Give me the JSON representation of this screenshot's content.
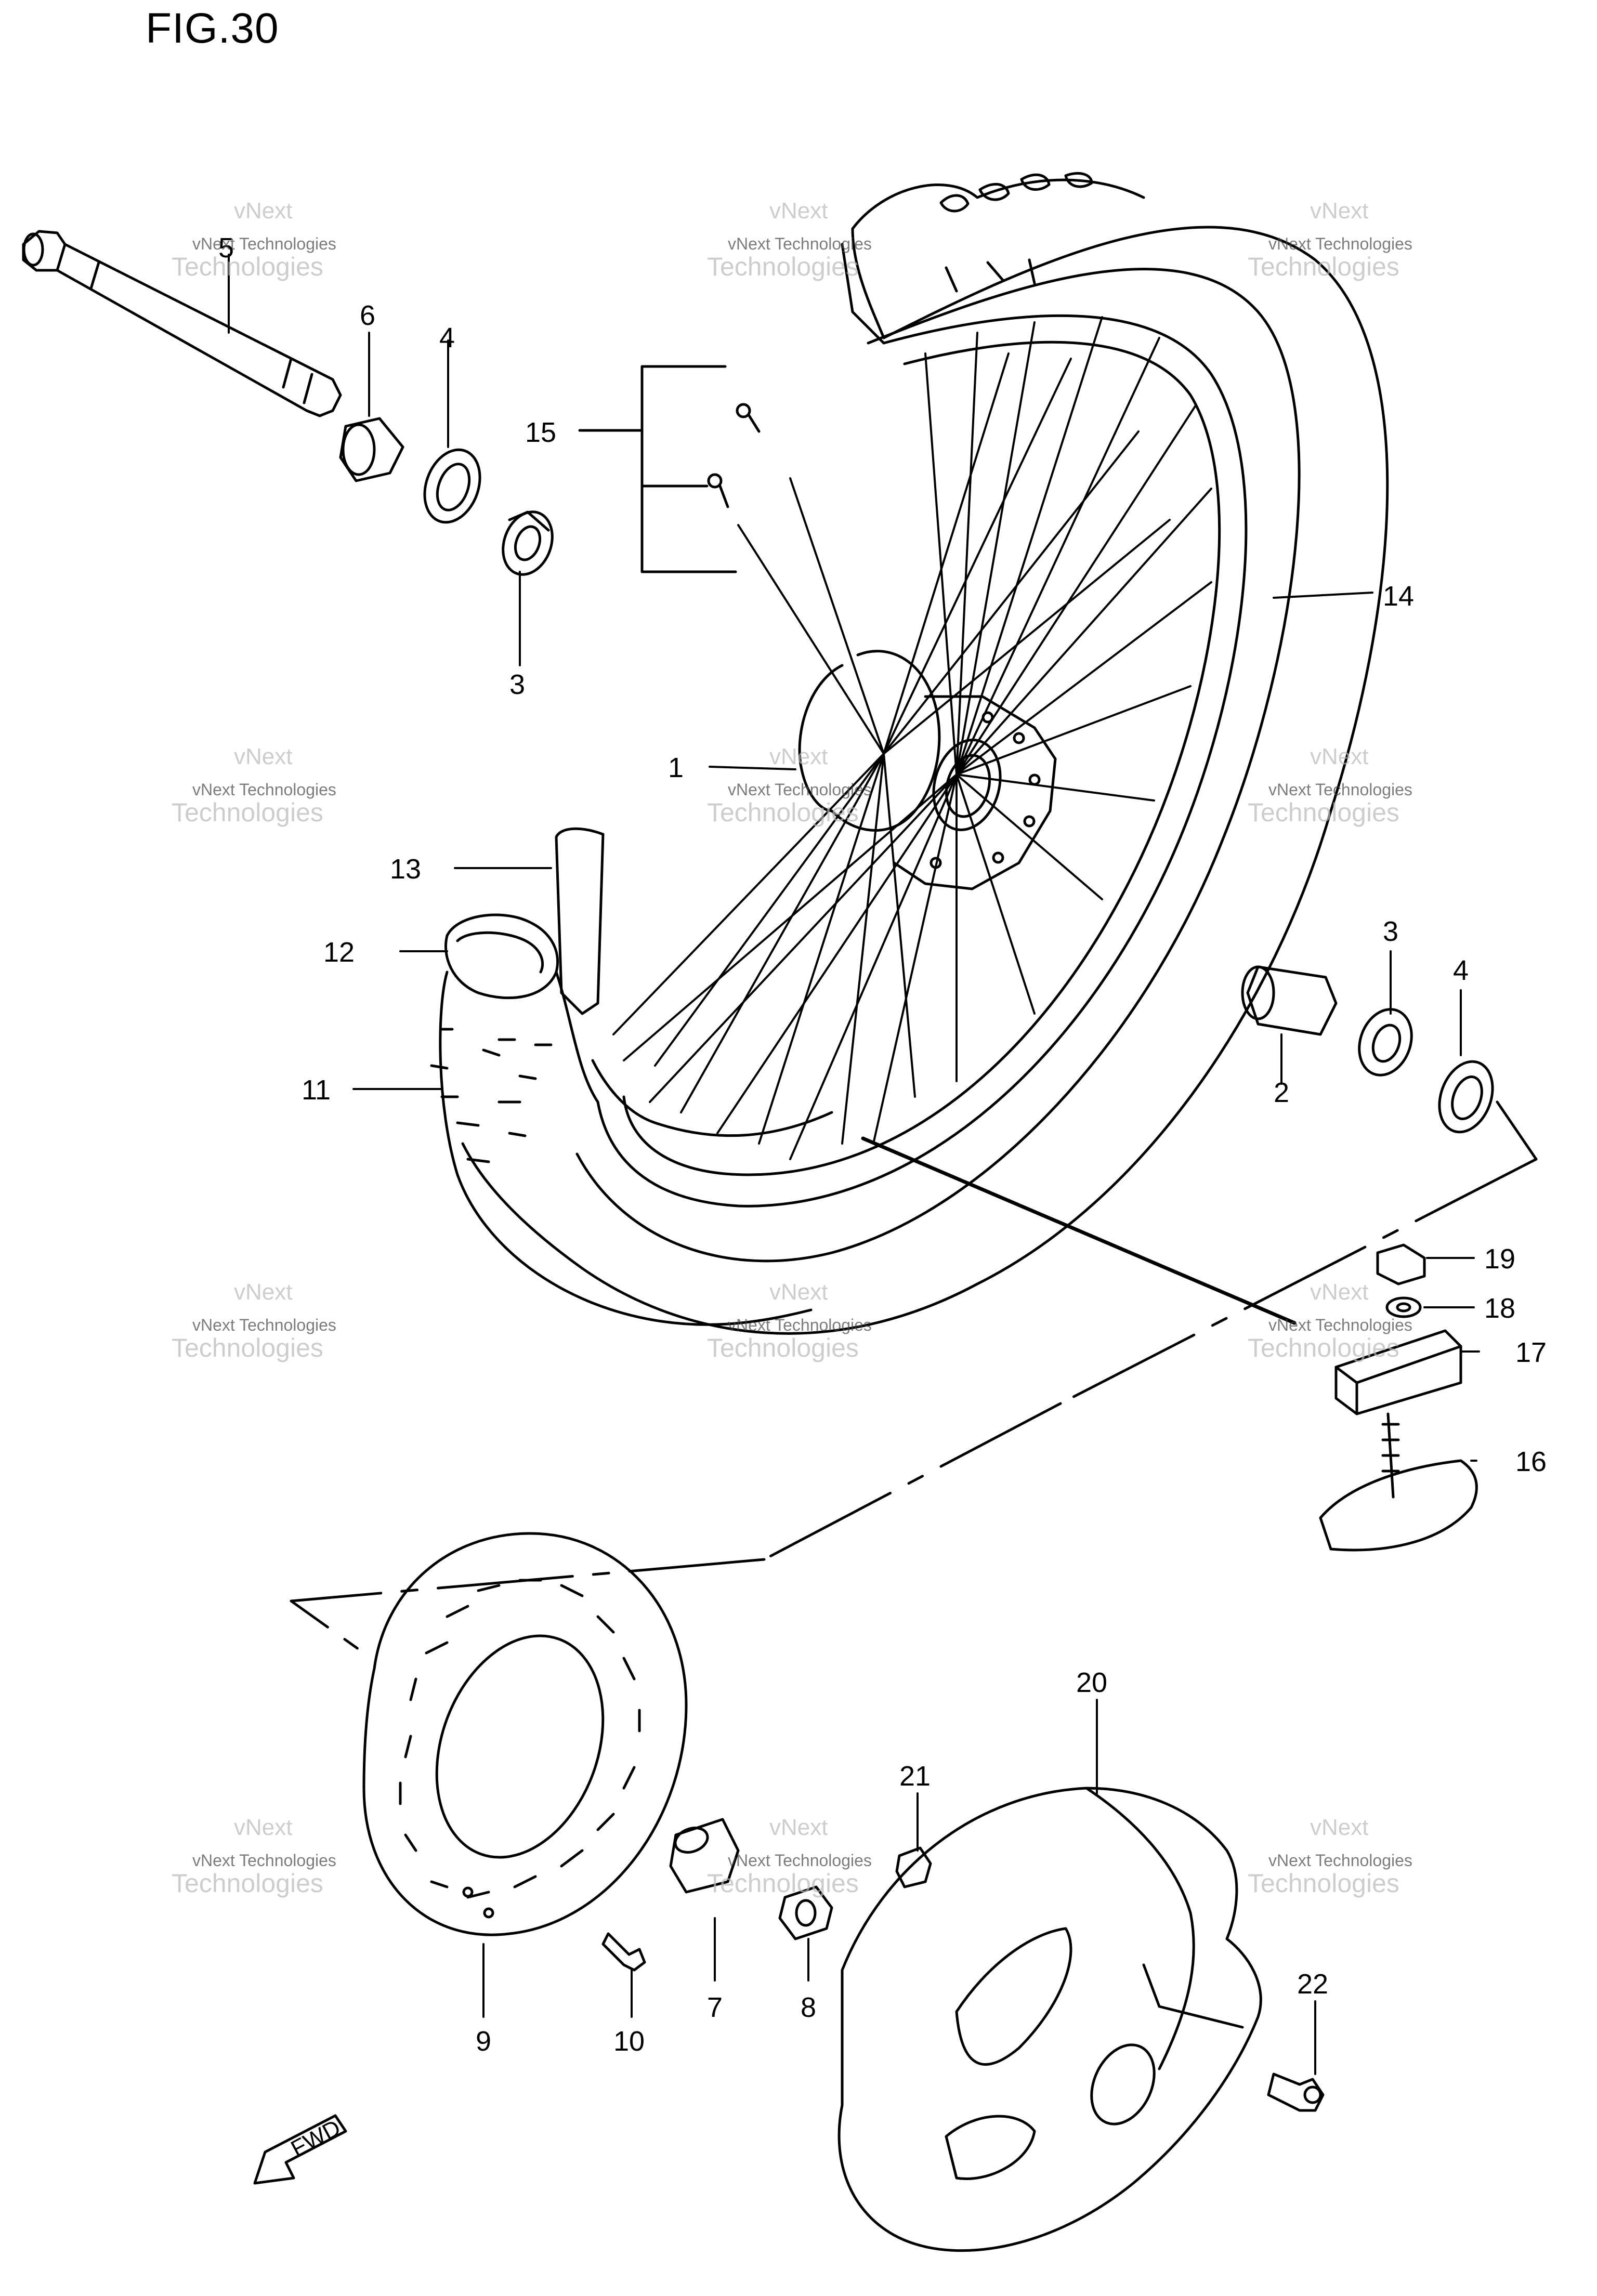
{
  "title": "FIG.30",
  "fwd_label": "FWD",
  "watermark": {
    "line1": "vNext",
    "line2": "vNext Technologies",
    "line3": "Technologies"
  },
  "callouts": [
    {
      "id": "c5",
      "label": "5"
    },
    {
      "id": "c6",
      "label": "6"
    },
    {
      "id": "c4a",
      "label": "4"
    },
    {
      "id": "c15",
      "label": "15"
    },
    {
      "id": "c3a",
      "label": "3"
    },
    {
      "id": "c14",
      "label": "14"
    },
    {
      "id": "c1",
      "label": "1"
    },
    {
      "id": "c13",
      "label": "13"
    },
    {
      "id": "c12",
      "label": "12"
    },
    {
      "id": "c11",
      "label": "11"
    },
    {
      "id": "c3b",
      "label": "3"
    },
    {
      "id": "c4b",
      "label": "4"
    },
    {
      "id": "c2",
      "label": "2"
    },
    {
      "id": "c19",
      "label": "19"
    },
    {
      "id": "c18",
      "label": "18"
    },
    {
      "id": "c17",
      "label": "17"
    },
    {
      "id": "c16",
      "label": "16"
    },
    {
      "id": "c20",
      "label": "20"
    },
    {
      "id": "c21",
      "label": "21"
    },
    {
      "id": "c22",
      "label": "22"
    },
    {
      "id": "c9",
      "label": "9"
    },
    {
      "id": "c10",
      "label": "10"
    },
    {
      "id": "c7",
      "label": "7"
    },
    {
      "id": "c8",
      "label": "8"
    }
  ]
}
